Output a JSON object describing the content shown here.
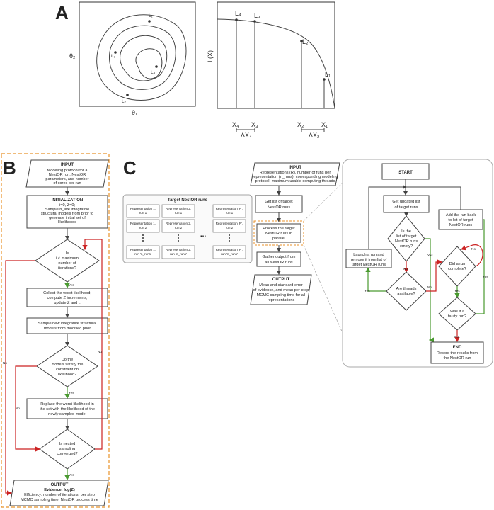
{
  "panel_labels": {
    "a": "A",
    "b": "B",
    "c": "C"
  },
  "panelA": {
    "contour": {
      "y_axis": "θ₂",
      "x_axis": "θ₁",
      "points": [
        "L₁",
        "L₂",
        "L₃",
        "L₄"
      ]
    },
    "curve": {
      "y_axis": "L(X)",
      "points": [
        "L₄",
        "L₃",
        "L₂",
        "L₁"
      ],
      "x_ticks": [
        "X₄",
        "X₃",
        "X₂",
        "X₁"
      ],
      "intervals": [
        "ΔX₄",
        "ΔX₂"
      ]
    }
  },
  "panelB": {
    "input": {
      "title": "INPUT",
      "body": [
        "Modeling protocol for a",
        "NestOR run, NestOR",
        "parameters, and number",
        "of cores per run"
      ]
    },
    "init": {
      "title": "INITIALIZATION",
      "body": [
        "i=0, Z=0;",
        "Sample n_live integrative",
        "structural models from prior to",
        "generate initial set of",
        "likelihoods"
      ]
    },
    "decision1": [
      "Is",
      "i < maximum",
      "number of",
      "iterations?"
    ],
    "collect": [
      "Collect the worst likelihood;",
      "compute Z increments;",
      "update Z and i."
    ],
    "sample": [
      "Sample new integrative structural",
      "models from modified prior"
    ],
    "decision2": [
      "Do the",
      "models satisfy the",
      "constraint on",
      "likelihood?"
    ],
    "replace": [
      "Replace the worst likelihood in",
      "the set with the likelihood of the",
      "newly sampled model"
    ],
    "decision3": [
      "Is nested",
      "sampling",
      "converged?"
    ],
    "output": {
      "title": "OUTPUT",
      "line1": "Evidence: log(Z)",
      "line2": "Efficiency: number of iterations, per step",
      "line3": "MCMC sampling time, NestOR process time"
    },
    "yes": "Yes",
    "no": "No"
  },
  "panelC": {
    "runs": {
      "title": "Target NestOR runs",
      "cells": [
        [
          "Representation 1,",
          "run 1"
        ],
        [
          "Representation 2,",
          "run 1"
        ],
        [
          "Representation 'R',",
          "run 1"
        ],
        [
          "Representation 1,",
          "run 2"
        ],
        [
          "Representation 2,",
          "run 2"
        ],
        [
          "Representation 'R',",
          "run 2"
        ],
        [
          "Representation 1,",
          "run 'n_runs'"
        ],
        [
          "Representation 2,",
          "run 'n_runs'"
        ],
        [
          "Representation 'R',",
          "run 'n_runs'"
        ]
      ],
      "dots": "..."
    },
    "input": {
      "title": "INPUT",
      "body": [
        "Representations (R), number of runs per",
        "representation (n_runs), corresponding modeling",
        "protocol, maximum usable computing threads"
      ]
    },
    "get_list": [
      "Get list of target",
      "NestOR runs"
    ],
    "process": [
      "Process the target",
      "NestOR runs in",
      "parallel"
    ],
    "gather": [
      "Gather output from",
      "all NestOR runs"
    ],
    "output": {
      "title": "OUTPUT",
      "body": [
        "Mean and standard error",
        "of evidence, and mean per-step",
        "MCMC sampling time for all",
        "representations"
      ]
    },
    "detail": {
      "start": "START",
      "updated": [
        "Get updated list",
        "of target runs"
      ],
      "empty": [
        "Is the",
        "list of target",
        "NestOR runs",
        "empty?"
      ],
      "launch": [
        "Launch a run and",
        "remove it from list of",
        "target NestOR runs"
      ],
      "threads": [
        "Are threads",
        "available?"
      ],
      "complete": [
        "Did a run",
        "complete?"
      ],
      "add_back": [
        "Add the run back",
        "to list of target",
        "NestOR runs"
      ],
      "faulty": [
        "Was it a",
        "faulty run?"
      ],
      "end": {
        "title": "END",
        "body": [
          "Record the results from",
          "the NestOR run"
        ]
      },
      "yes": "Yes",
      "no": "No"
    }
  }
}
